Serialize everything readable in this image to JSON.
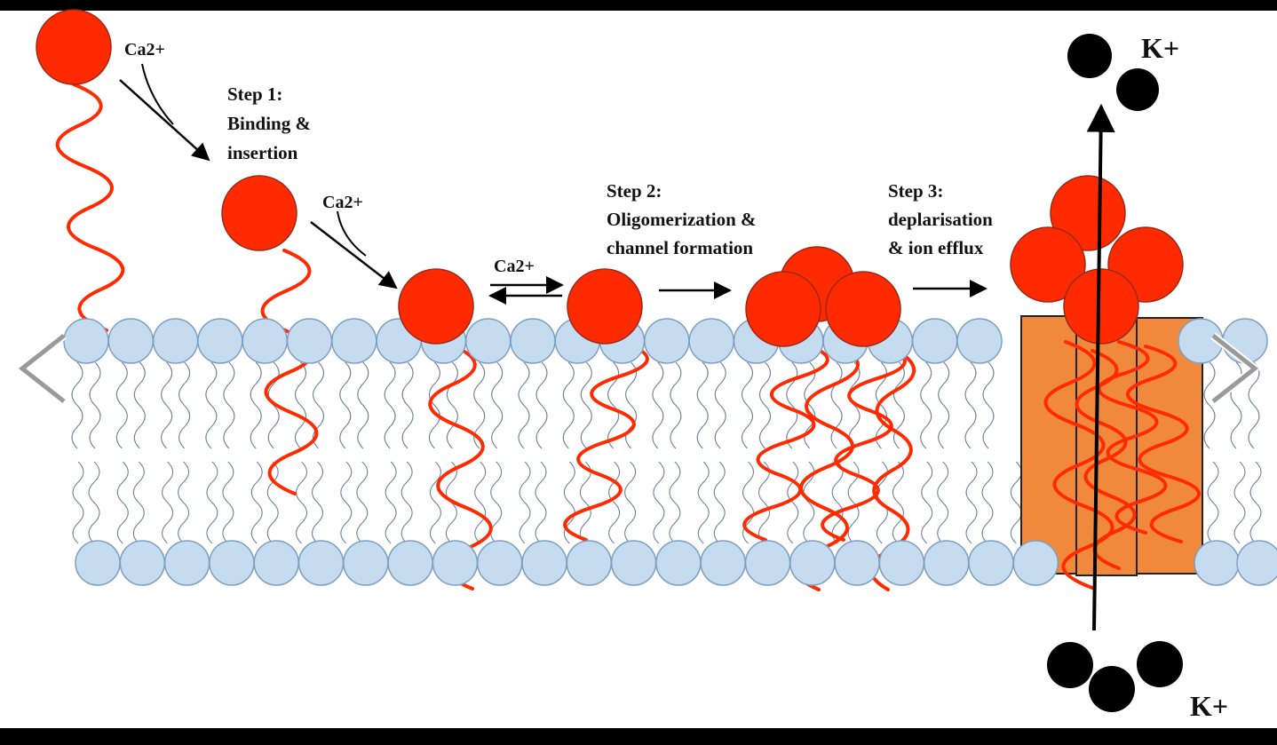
{
  "labels": {
    "ca_1": "Ca2+",
    "ca_2": "Ca2+",
    "ca_3": "Ca2+",
    "step1": [
      "Step 1:",
      "Binding &",
      "insertion"
    ],
    "step2": [
      "Step 2:",
      "Oligomerization &",
      "channel formation"
    ],
    "step3": [
      "Step 3:",
      "deplarisation",
      "& ion efflux"
    ],
    "k_top": "K+",
    "k_bottom": "K+"
  },
  "navigation": {
    "prev_icon": "chevron-left-icon",
    "next_icon": "chevron-right-icon"
  },
  "colors": {
    "background": "#000000",
    "panel": "#ffffff",
    "peptide": "#ff2a00",
    "lipid_head": "#c5dcf0",
    "lipid_head_stroke": "#7f9fc0",
    "channel": "#f0893b",
    "ion": "#000000"
  }
}
